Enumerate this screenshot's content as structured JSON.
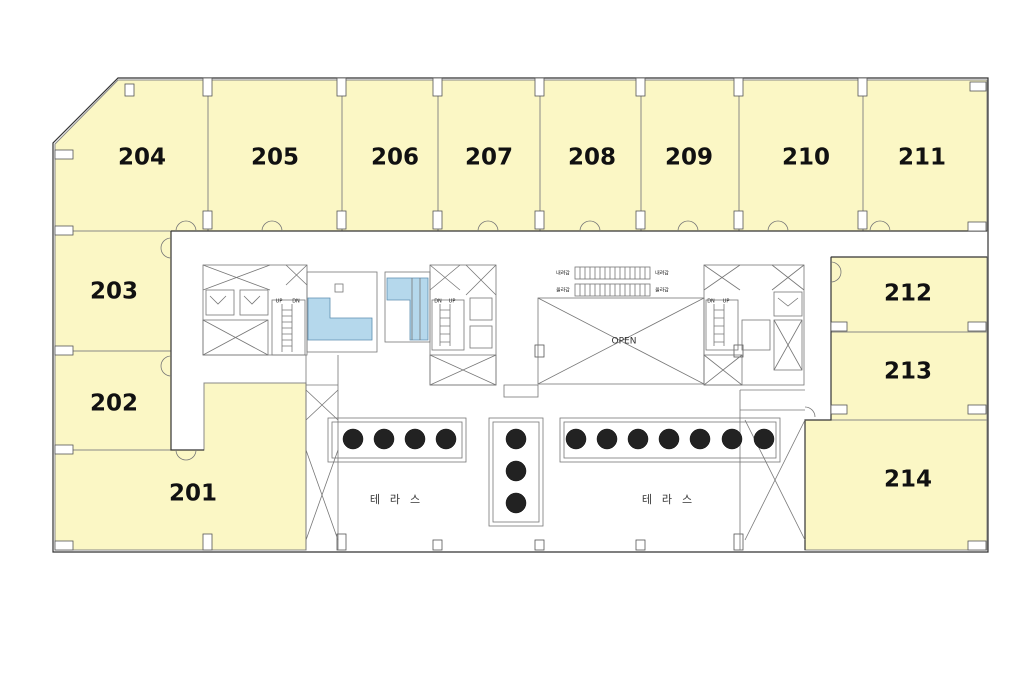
{
  "units": [
    {
      "id": "204",
      "label": "204"
    },
    {
      "id": "205",
      "label": "205"
    },
    {
      "id": "206",
      "label": "206"
    },
    {
      "id": "207",
      "label": "207"
    },
    {
      "id": "208",
      "label": "208"
    },
    {
      "id": "209",
      "label": "209"
    },
    {
      "id": "210",
      "label": "210"
    },
    {
      "id": "211",
      "label": "211"
    },
    {
      "id": "203",
      "label": "203"
    },
    {
      "id": "202",
      "label": "202"
    },
    {
      "id": "201",
      "label": "201"
    },
    {
      "id": "212",
      "label": "212"
    },
    {
      "id": "213",
      "label": "213"
    },
    {
      "id": "214",
      "label": "214"
    }
  ],
  "labels": {
    "open": "OPEN",
    "terrace_left": "테라스",
    "terrace_right": "테라스",
    "escalator_down": "내려감",
    "escalator_up": "올라감",
    "stair_up": "UP",
    "stair_dn": "DN"
  },
  "colors": {
    "unit_fill": "#fbf7c5",
    "restroom_fill": "#b5d8ec",
    "wall": "#333333"
  }
}
